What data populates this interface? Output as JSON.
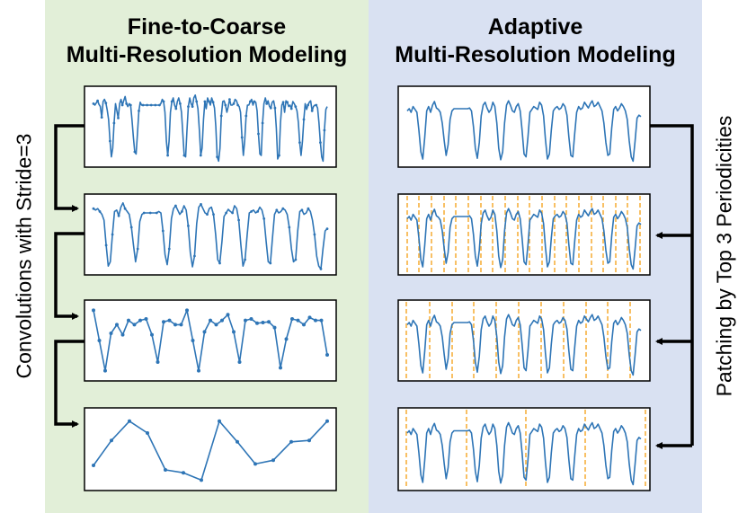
{
  "left": {
    "title_line1": "Fine-to-Coarse",
    "title_line2": "Multi-Resolution Modeling",
    "side_label": "Convolutions with Stride=3",
    "background": "#e2efd8"
  },
  "right": {
    "title_line1": "Adaptive",
    "title_line2": "Multi-Resolution Modeling",
    "side_label": "Patching by Top 3 Periodicities",
    "background": "#d9e1f2"
  },
  "colors": {
    "series": "#2e75b6",
    "patch_divider": "#f5a623",
    "arrow": "#000000",
    "box_border": "#000000"
  },
  "series": {
    "fine_1": [
      0.82,
      0.8,
      0.83,
      0.86,
      0.81,
      0.78,
      0.63,
      0.85,
      0.88,
      0.83,
      0.73,
      0.6,
      0.3,
      0.08,
      0.2,
      0.55,
      0.82,
      0.72,
      0.62,
      0.82,
      0.88,
      0.8,
      0.86,
      0.92,
      0.82,
      0.78,
      0.82,
      0.8,
      0.6,
      0.35,
      0.15,
      0.12,
      0.4,
      0.72,
      0.84,
      0.8,
      0.8,
      0.8,
      0.8,
      0.8,
      0.8,
      0.8,
      0.8,
      0.8,
      0.8,
      0.8,
      0.8,
      0.8,
      0.8,
      0.82,
      0.88,
      0.85,
      0.7,
      0.3,
      0.1,
      0.3,
      0.7,
      0.85,
      0.9,
      0.8,
      0.75,
      0.85,
      0.9,
      0.82,
      0.7,
      0.4,
      0.1,
      0.08,
      0.45,
      0.78,
      0.9,
      0.82,
      0.78,
      0.9,
      0.94,
      0.85,
      0.75,
      0.45,
      0.1,
      0.2,
      0.6,
      0.85,
      0.75,
      0.9,
      0.85,
      0.8,
      0.9,
      0.84,
      0.76,
      0.5,
      0.08,
      0.02,
      0.2,
      0.65,
      0.85,
      0.86,
      0.8,
      0.7,
      0.78,
      0.88,
      0.8,
      0.8,
      0.82,
      0.88,
      0.86,
      0.8,
      0.78,
      0.7,
      0.35,
      0.1,
      0.3,
      0.65,
      0.8,
      0.8,
      0.85,
      0.88,
      0.8,
      0.85,
      0.84,
      0.72,
      0.4,
      0.12,
      0.1,
      0.55,
      0.82,
      0.9,
      0.82,
      0.86,
      0.78,
      0.76,
      0.84,
      0.86,
      0.76,
      0.48,
      0.05,
      0.1,
      0.55,
      0.8,
      0.84,
      0.7,
      0.86,
      0.84,
      0.78,
      0.8,
      0.75,
      0.85,
      0.82,
      0.78,
      0.72,
      0.56,
      0.28,
      0.1,
      0.3,
      0.6,
      0.82,
      0.74,
      0.8,
      0.84,
      0.86,
      0.72,
      0.78,
      0.8,
      0.8,
      0.76,
      0.56,
      0.28,
      0.08,
      0.02,
      0.45,
      0.74,
      0.78
    ],
    "fine_2": [
      0.86,
      0.84,
      0.86,
      0.82,
      0.78,
      0.7,
      0.35,
      0.06,
      0.12,
      0.5,
      0.82,
      0.84,
      0.76,
      0.88,
      0.94,
      0.86,
      0.82,
      0.78,
      0.6,
      0.35,
      0.12,
      0.3,
      0.68,
      0.78,
      0.8,
      0.8,
      0.8,
      0.8,
      0.8,
      0.8,
      0.8,
      0.82,
      0.8,
      0.55,
      0.22,
      0.08,
      0.3,
      0.72,
      0.86,
      0.9,
      0.84,
      0.78,
      0.82,
      0.9,
      0.84,
      0.62,
      0.25,
      0.05,
      0.2,
      0.65,
      0.88,
      0.92,
      0.86,
      0.8,
      0.78,
      0.86,
      0.88,
      0.78,
      0.5,
      0.15,
      0.1,
      0.4,
      0.75,
      0.8,
      0.85,
      0.82,
      0.8,
      0.9,
      0.86,
      0.7,
      0.35,
      0.06,
      0.15,
      0.5,
      0.8,
      0.82,
      0.84,
      0.8,
      0.82,
      0.88,
      0.84,
      0.72,
      0.4,
      0.12,
      0.1,
      0.45,
      0.78,
      0.84,
      0.8,
      0.82,
      0.86,
      0.84,
      0.78,
      0.6,
      0.3,
      0.12,
      0.15,
      0.55,
      0.82,
      0.84,
      0.78,
      0.8,
      0.86,
      0.82,
      0.7,
      0.5,
      0.2,
      0.06,
      0.02,
      0.3,
      0.55,
      0.58
    ],
    "fine_3": [
      0.92,
      0.5,
      0.08,
      0.6,
      0.72,
      0.58,
      0.78,
      0.72,
      0.78,
      0.8,
      0.58,
      0.2,
      0.76,
      0.78,
      0.72,
      0.72,
      0.92,
      0.5,
      0.08,
      0.62,
      0.78,
      0.72,
      0.78,
      0.86,
      0.62,
      0.2,
      0.78,
      0.8,
      0.74,
      0.75,
      0.76,
      0.68,
      0.12,
      0.52,
      0.8,
      0.78,
      0.72,
      0.82,
      0.78,
      0.78,
      0.3
    ],
    "fine_4": [
      0.28,
      0.62,
      0.88,
      0.72,
      0.22,
      0.18,
      0.08,
      0.88,
      0.6,
      0.3,
      0.35,
      0.6,
      0.62,
      0.88
    ],
    "adapt_1": [
      0.72,
      0.75,
      0.7,
      0.78,
      0.74,
      0.7,
      0.45,
      0.15,
      0.05,
      0.35,
      0.72,
      0.78,
      0.7,
      0.8,
      0.85,
      0.76,
      0.74,
      0.7,
      0.55,
      0.3,
      0.1,
      0.25,
      0.6,
      0.72,
      0.75,
      0.75,
      0.75,
      0.75,
      0.75,
      0.75,
      0.75,
      0.75,
      0.76,
      0.72,
      0.5,
      0.2,
      0.06,
      0.28,
      0.65,
      0.8,
      0.84,
      0.76,
      0.7,
      0.74,
      0.84,
      0.78,
      0.55,
      0.2,
      0.04,
      0.15,
      0.55,
      0.8,
      0.86,
      0.8,
      0.72,
      0.7,
      0.78,
      0.82,
      0.72,
      0.45,
      0.12,
      0.08,
      0.35,
      0.7,
      0.74,
      0.78,
      0.76,
      0.74,
      0.84,
      0.8,
      0.65,
      0.32,
      0.05,
      0.12,
      0.45,
      0.72,
      0.76,
      0.78,
      0.74,
      0.76,
      0.82,
      0.78,
      0.66,
      0.36,
      0.1,
      0.08,
      0.4,
      0.7,
      0.78,
      0.74,
      0.76,
      0.84,
      0.8,
      0.76,
      0.82,
      0.86,
      0.78,
      0.8,
      0.84,
      0.78,
      0.72,
      0.55,
      0.28,
      0.1,
      0.12,
      0.48,
      0.74,
      0.78,
      0.72,
      0.76,
      0.82,
      0.78,
      0.72,
      0.6,
      0.3,
      0.08,
      0.02,
      0.3,
      0.62,
      0.66,
      0.64
    ]
  }
}
